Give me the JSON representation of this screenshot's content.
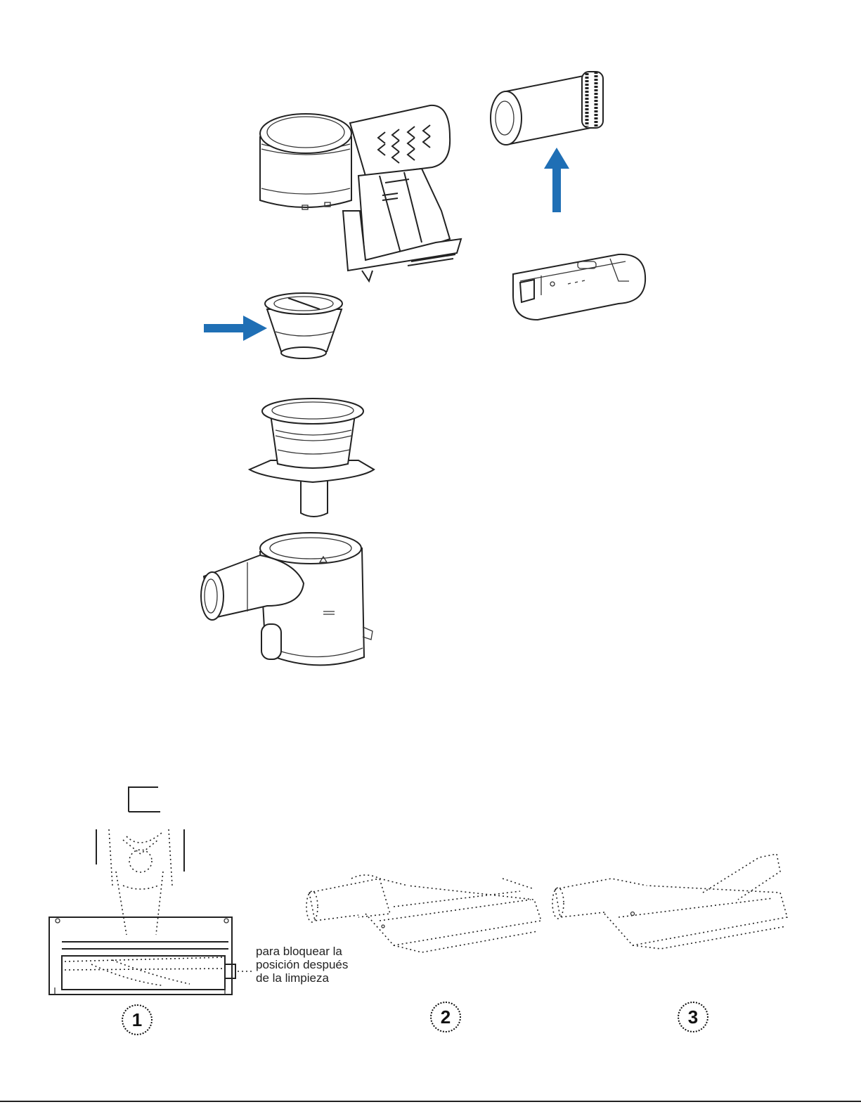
{
  "colors": {
    "arrow": "#1f6fb5",
    "outline": "#222222"
  },
  "top_diagram": {
    "parts": [
      "main-body",
      "post-motor-filter",
      "battery",
      "cyclone-filter",
      "cyclone-separator",
      "dust-bin"
    ]
  },
  "bottom_diagram": {
    "caption": "para bloquear la\nposición después\nde la limpieza",
    "steps": [
      "1",
      "2",
      "3"
    ]
  }
}
